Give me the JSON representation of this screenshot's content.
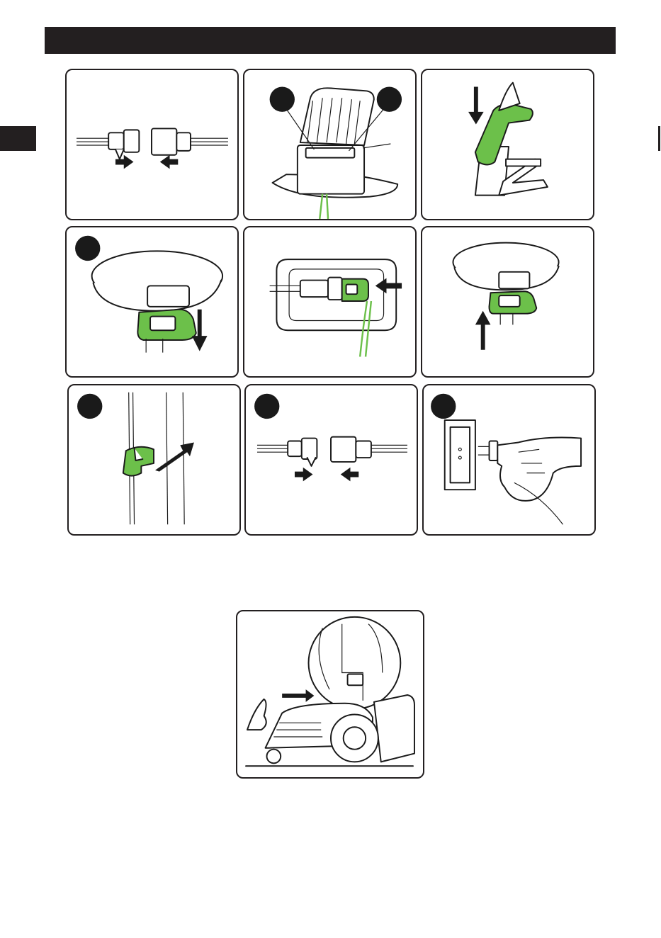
{
  "header": {
    "color": "#231f20"
  },
  "accent_color": "#6cc04a",
  "panels": [
    {
      "id": "p1",
      "icon": "connector-join-icon"
    },
    {
      "id": "p2",
      "icon": "charging-station-wiring-icon"
    },
    {
      "id": "p3",
      "icon": "station-cover-attach-icon"
    },
    {
      "id": "p4",
      "icon": "connector-box-remove-icon"
    },
    {
      "id": "p5",
      "icon": "connector-box-insert-icon"
    },
    {
      "id": "p6",
      "icon": "connector-box-refit-icon"
    },
    {
      "id": "p7",
      "icon": "wire-clip-icon"
    },
    {
      "id": "p8",
      "icon": "connector-join-icon"
    },
    {
      "id": "p9",
      "icon": "mains-plug-icon"
    },
    {
      "id": "p10",
      "icon": "mower-docking-icon"
    }
  ]
}
